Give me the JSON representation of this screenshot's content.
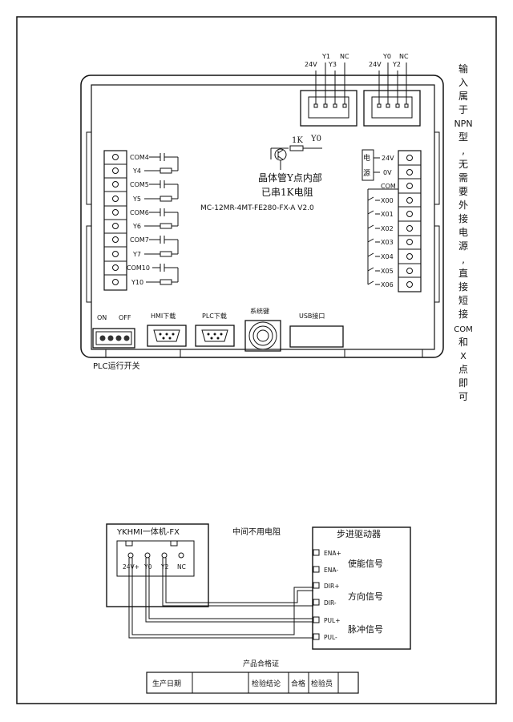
{
  "top_diagram": {
    "connector_left_labels": [
      "24V",
      "Y1",
      "Y3",
      "NC"
    ],
    "connector_right_labels": [
      "24V",
      "Y0",
      "Y2",
      "NC"
    ],
    "transistor_resistor_label": "1K",
    "transistor_out_label": "Y0",
    "transistor_note_line1": "晶体管Y点内部",
    "transistor_note_line2": "已串1K电阻",
    "model_label": "MC-12MR-4MT-FE280-FX-A V2.0",
    "outputs": [
      {
        "com": "COM4",
        "y": "Y4"
      },
      {
        "com": "COM5",
        "y": "Y5"
      },
      {
        "com": "COM6",
        "y": "Y6"
      },
      {
        "com": "COM7",
        "y": "Y7"
      },
      {
        "com": "COM10",
        "y": "Y10"
      }
    ],
    "power_char_1": "电",
    "power_char_2": "源",
    "inputs": [
      "24V",
      "0V",
      "COM",
      "X00",
      "X01",
      "X02",
      "X03",
      "X04",
      "X05",
      "X06"
    ],
    "switch_on": "ON",
    "switch_off": "OFF",
    "hmi_port": "HMI下载",
    "plc_port": "PLC下载",
    "system_key": "系统键",
    "usb_port": "USB接口",
    "run_switch": "PLC运行开关"
  },
  "side_note": [
    "输",
    "入",
    "属",
    "于",
    "NPN",
    "型",
    ",",
    "无",
    "需",
    "要",
    "外",
    "接",
    "电",
    "源",
    ",",
    "直",
    "接",
    "短",
    "接",
    "COM",
    "和",
    "X",
    "点",
    "即",
    "可"
  ],
  "bottom_diagram": {
    "hmi_title": "YKHMI一体机-FX",
    "hmi_pins": [
      "24V+",
      "Y0",
      "Y2",
      "NC"
    ],
    "middle_note": "中间不用电阻",
    "driver_title": "步进驱动器",
    "driver_pins": [
      "ENA+",
      "ENA-",
      "DIR+",
      "DIR-",
      "PUL+",
      "PUL-"
    ],
    "signal_enable": "使能信号",
    "signal_direction": "方向信号",
    "signal_pulse": "脉冲信号"
  },
  "certificate": {
    "title": "产品合格证",
    "cells": [
      "生产日期",
      "",
      "检验结论",
      "合格",
      "检验员",
      ""
    ]
  }
}
